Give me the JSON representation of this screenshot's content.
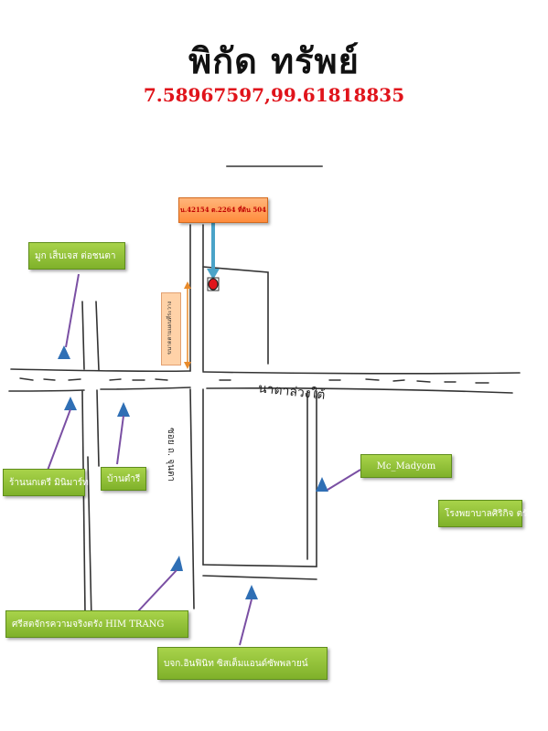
{
  "title": "พิกัด  ทรัพย์",
  "coordinates": "7.58967597,99.61818835",
  "parcel_label": "น.42154 ต.2264  ที่ดิน 504",
  "dimension_label": "ขนาดตามแผนที่ระวาง",
  "road_labels": {
    "main_road": "นาตาล่วงใต้",
    "side_road": "ซอย ถ. จุนตา"
  },
  "landmarks": [
    "มูก เส็บเจส ต่อชนตา",
    "ร้านนกเตรี มินิมาร์ท",
    "บ้านตำรี",
    "Mc_Madyom",
    "โรงพยาบาลศิริกิจ ตรัง",
    "ศรีสตจักรความจริงตรัง HIM TRANG",
    "บจก.อินฟินิท ซิสเต็มแอนด์ซัพพลายน์"
  ],
  "colors": {
    "label_green": "#8cc63f",
    "arrow_blue": "#2f6fb5",
    "pointer_purple": "#7a4fa3",
    "parcel_orange": "#ff8c3c",
    "marker_red": "#e0141b",
    "title_red": "#e0141b"
  },
  "icons": [
    "location-pin-icon",
    "direction-arrow-icon",
    "triangle-marker-icon"
  ]
}
